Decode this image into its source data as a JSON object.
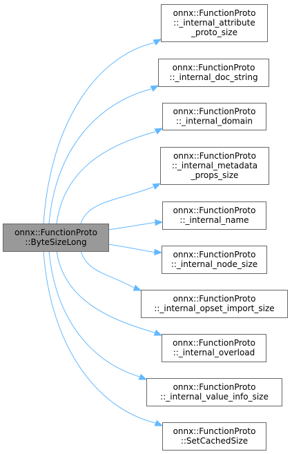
{
  "colors": {
    "edge": "#63b8ff",
    "root_fill": "#999999",
    "node_stroke": "#666666",
    "node_fill": "#ffffff"
  },
  "root": {
    "lines": [
      "onnx::FunctionProto",
      "::ByteSizeLong"
    ]
  },
  "callees": [
    {
      "lines": [
        "onnx::FunctionProto",
        "::_internal_attribute",
        "_proto_size"
      ]
    },
    {
      "lines": [
        "onnx::FunctionProto",
        "::_internal_doc_string"
      ]
    },
    {
      "lines": [
        "onnx::FunctionProto",
        "::_internal_domain"
      ]
    },
    {
      "lines": [
        "onnx::FunctionProto",
        "::_internal_metadata",
        "_props_size"
      ]
    },
    {
      "lines": [
        "onnx::FunctionProto",
        "::_internal_name"
      ]
    },
    {
      "lines": [
        "onnx::FunctionProto",
        "::_internal_node_size"
      ]
    },
    {
      "lines": [
        "onnx::FunctionProto",
        "::_internal_opset_import_size"
      ]
    },
    {
      "lines": [
        "onnx::FunctionProto",
        "::_internal_overload"
      ]
    },
    {
      "lines": [
        "onnx::FunctionProto",
        "::_internal_value_info_size"
      ]
    },
    {
      "lines": [
        "onnx::FunctionProto",
        "::SetCachedSize"
      ]
    }
  ]
}
